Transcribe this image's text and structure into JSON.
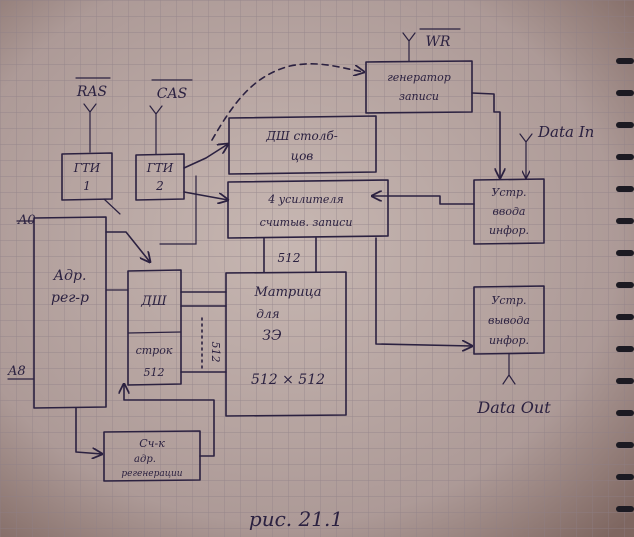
{
  "signals": {
    "ras": "RAS",
    "cas": "CAS",
    "wr": "WR",
    "data_in": "Data In",
    "data_out": "Data Out",
    "a0": "A0",
    "a8": "A8"
  },
  "blocks": {
    "gen_ras": [
      "ГТИ",
      "1"
    ],
    "gen_cas": [
      "ГТИ",
      "2"
    ],
    "write_gen": [
      "генератор",
      "записи"
    ],
    "col_decoder": [
      "ДШ столб-",
      "цов"
    ],
    "sense_amp": [
      "4 усилителя",
      "считыв. записи"
    ],
    "addr_reg": [
      "Адр.",
      "рег-р"
    ],
    "row_decoder": [
      "ДШ",
      "строк",
      "512"
    ],
    "matrix": [
      "Матрица",
      "для",
      "ЗЭ",
      "512 × 512"
    ],
    "input_dev": [
      "Устр.",
      "ввода",
      "инфор."
    ],
    "output_dev": [
      "Устр.",
      "вывода",
      "инфор."
    ],
    "refresh_counter": [
      "Сч-к",
      "адр.",
      "регенерации"
    ]
  },
  "labels": {
    "bus_512_top": "512",
    "bus_512_side": "512",
    "caption": "рис. 21.1"
  },
  "colors": {
    "paper": "#b9a7a4",
    "grid": "#8d7f86",
    "ink": "#2b2140",
    "binding_ring": "#1c1a22"
  }
}
